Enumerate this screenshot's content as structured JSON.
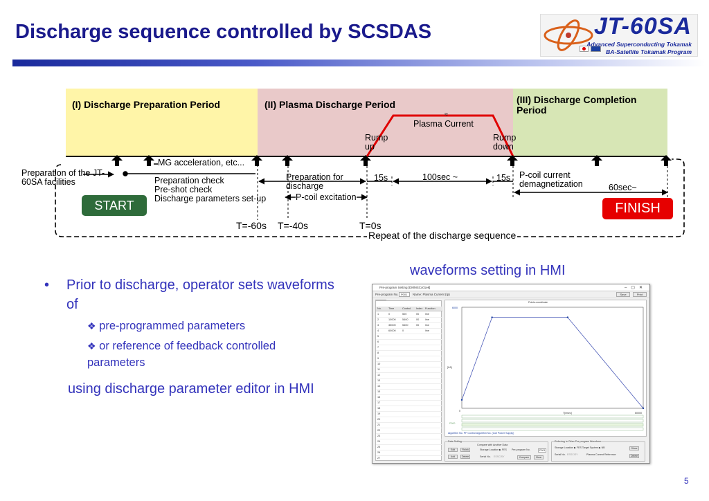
{
  "slide": {
    "title": "Discharge sequence controlled by SCSDAS",
    "page_number": "5"
  },
  "logo": {
    "name": "JT-60SA",
    "tagline": "Advanced Superconducting Tokamak",
    "program": "BA-Satellite Tokamak Program"
  },
  "diagram": {
    "periods": [
      {
        "label": "(I) Discharge Preparation Period",
        "color": "#fff5a8"
      },
      {
        "label": "(II) Plasma Discharge Period",
        "color": "#e9c9c9"
      },
      {
        "label": "(III) Discharge Completion Period",
        "color": "#d7e6b5"
      }
    ],
    "plasma_current": "Plasma Current",
    "rump_up": "Rump up",
    "rump_down": "Rump down",
    "labels": {
      "preparation_facilities": "Preparation of the JT-60SA facilities",
      "mg_acceleration": "MG acceleration, etc...",
      "prep_check": "Preparation check",
      "preshot_check": "Pre-shot check",
      "params_setup": "Discharge parameters set-up",
      "prep_discharge": "Preparation for discharge",
      "pcoil_excitation": "P-coil excitation",
      "t15a": "15s",
      "t100": "100sec ~",
      "t15b": "15s",
      "pcoil_demag": "P-coil current demagnetization",
      "t60": "60sec~",
      "tm60": "T=-60s",
      "tm40": "T=-40s",
      "t0": "T=0s",
      "repeat": "Repeat of the discharge sequence"
    },
    "start": "START",
    "finish": "FINISH"
  },
  "bullets": {
    "main": "Prior to discharge, operator sets waveforms of",
    "sub1": "pre-programmed parameters",
    "sub2": "or reference of feedback controlled parameters",
    "using": "using discharge parameter editor in HMI"
  },
  "hmi_caption": "waveforms setting in HMI",
  "hmi": {
    "window_title": "Pre-program Setting [DMMSCx01ek]",
    "preprogram_label": "Pre-program No.",
    "preprogram_value": "P001",
    "name_label": "Name: Plasma Current (Ip)",
    "save": "Save",
    "print": "Print",
    "selector": "P001",
    "headers": [
      "No.",
      "Time",
      "Control",
      "Index",
      "Function"
    ],
    "rows": [
      [
        "1",
        "0",
        "500",
        "00",
        "line"
      ],
      [
        "2",
        "10000",
        "5400",
        "00",
        "line"
      ],
      [
        "3",
        "35000",
        "5400",
        "00",
        "line"
      ],
      [
        "4",
        "60000",
        "0",
        "",
        "line"
      ]
    ],
    "row_count": 27,
    "plot_title": "Points-coordinate",
    "ymax": "6000",
    "ymin": "0",
    "ylabel": "[KA]",
    "xlabel": "T[msec]",
    "xmax": "60000",
    "wave_points": [
      [
        0,
        500
      ],
      [
        10000,
        5400
      ],
      [
        35000,
        5400
      ],
      [
        60000,
        0
      ]
    ],
    "p000": "P000",
    "algorithm": "Algorithm No. PF   Control Algorithm No. (Coil Power Supply)",
    "data_setting": "Data Setting",
    "compare_group": "Compare with Another Data",
    "storage_location": "Storage Location ▶ FES",
    "preprog_no2": "Pre-program No.",
    "preprog_val2": "P001",
    "serial_no": "Serial No.",
    "serial_val": "ESSCISY",
    "btn_edit": "Edit",
    "btn_finish": "Finish",
    "btn_add": "Add",
    "btn_delete": "Delete",
    "btn_compare": "Compare",
    "btn_clear": "Clear",
    "referring_group": "Referring to Other Pre-program Waveform",
    "storage2": "Storage Location ▶ FES   Target System ▶ NB",
    "serial2": "Serial No.",
    "serial2_val": "ESSCISY",
    "plasma_ref": "Plasma Current Reference",
    "btn_show": "Show",
    "btn_delete2": "Delete"
  }
}
